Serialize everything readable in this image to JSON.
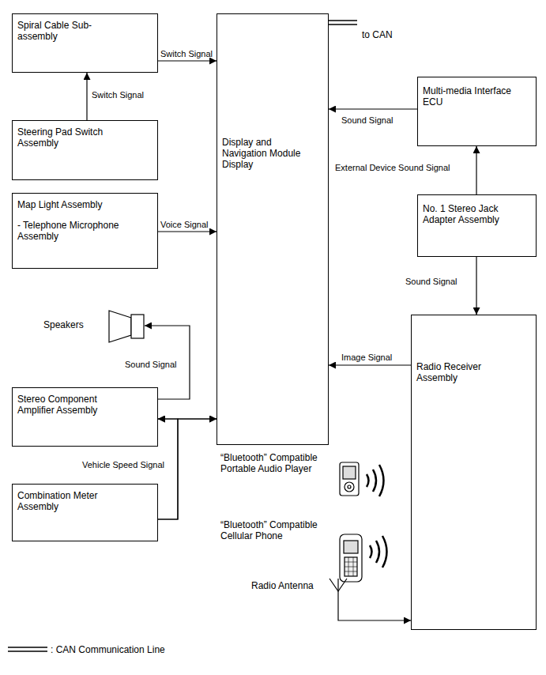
{
  "diagram": {
    "nodes": [
      {
        "text": [
          "Spiral Cable Sub-assembly"
        ]
      },
      {
        "text": [
          "Steering Pad Switch Assembly"
        ]
      },
      {
        "text": [
          "Map Light Assembly",
          "- Telephone Microphone Assembly"
        ]
      },
      {
        "text": [
          "Display and Navigation Module Display"
        ]
      },
      {
        "text": [
          "Multi-media Interface ECU"
        ]
      },
      {
        "text": [
          "No. 1 Stereo Jack Adapter Assembly"
        ]
      },
      {
        "text": [
          "Stereo Component Amplifier Assembly"
        ]
      },
      {
        "text": [
          "Combination Meter Assembly"
        ]
      },
      {
        "text": [
          "Radio Receiver Assembly"
        ]
      },
      {
        "text": [
          "Speakers"
        ]
      },
      {
        "text": [
          "Radio Antenna"
        ]
      }
    ],
    "edges": [
      {
        "from": 1,
        "to": 0,
        "arrow": "to",
        "label": "Switch Signal"
      },
      {
        "from": 0,
        "to": 3,
        "arrow": "to",
        "label": "Switch Signal"
      },
      {
        "from": 2,
        "to": 3,
        "arrow": "to",
        "label": "Voice Signal"
      },
      {
        "from": 4,
        "to": 3,
        "arrow": "to",
        "label": "Sound Signal"
      },
      {
        "from": 5,
        "to": 4,
        "arrow": "to",
        "label": "External Device Sound Signal"
      },
      {
        "from": 5,
        "to": 8,
        "arrow": "to",
        "label": "Sound Signal"
      },
      {
        "from": 8,
        "to": 3,
        "arrow": "to",
        "label": "Image Signal"
      },
      {
        "from": 6,
        "to": 9,
        "arrow": "to",
        "label": "Sound Signal"
      },
      {
        "from": 6,
        "to": 3,
        "arrow": "both"
      },
      {
        "from": 7,
        "to": 6,
        "arrow": "to"
      },
      {
        "from": 7,
        "to": 3,
        "arrow": "to",
        "label": "Vehicle Speed Signal"
      },
      {
        "from": 10,
        "to": 8,
        "arrow": "to"
      }
    ],
    "labels": [
      "to CAN",
      "“Bluetooth” Compatible Portable Audio Player",
      "“Bluetooth” Compatible Cellular Phone"
    ],
    "legend": [
      {
        "text": ": CAN Communication Line"
      }
    ]
  }
}
